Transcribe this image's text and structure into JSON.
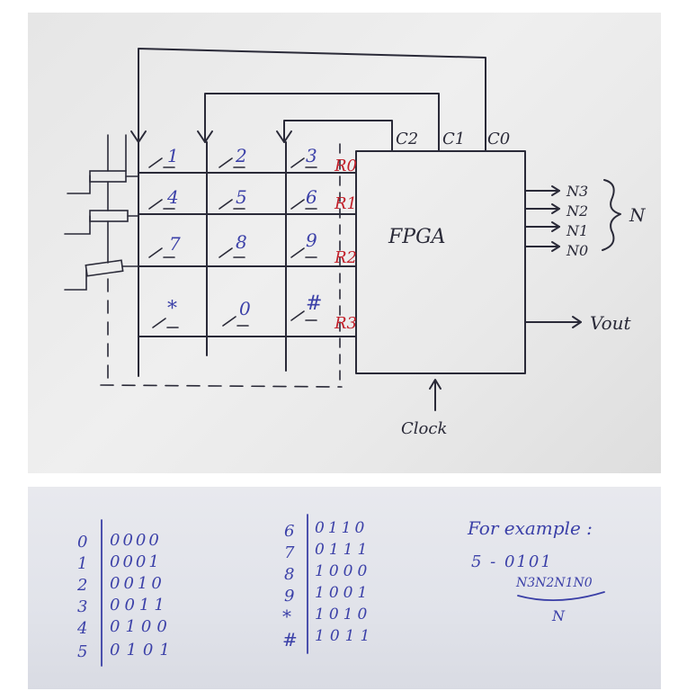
{
  "diagram": {
    "block_label": "FPGA",
    "clock_label": "Clock",
    "output_label": "Vout",
    "bus_label": "N",
    "bus_bits": [
      "N3",
      "N2",
      "N1",
      "N0"
    ],
    "column_labels": [
      "C2",
      "C1",
      "C0"
    ],
    "row_labels": [
      "R0",
      "R1",
      "R2",
      "R3"
    ],
    "keys": [
      [
        "1",
        "2",
        "3"
      ],
      [
        "4",
        "5",
        "6"
      ],
      [
        "7",
        "8",
        "9"
      ],
      [
        "*",
        "0",
        "#"
      ]
    ]
  },
  "encoding_table": {
    "left": [
      {
        "key": "0",
        "code": "0000"
      },
      {
        "key": "1",
        "code": "0001"
      },
      {
        "key": "2",
        "code": "0010"
      },
      {
        "key": "3",
        "code": "0011"
      },
      {
        "key": "4",
        "code": "0100"
      },
      {
        "key": "5",
        "code": "0101"
      }
    ],
    "right": [
      {
        "key": "6",
        "code": "0110"
      },
      {
        "key": "7",
        "code": "0111"
      },
      {
        "key": "8",
        "code": "1000"
      },
      {
        "key": "9",
        "code": "1001"
      },
      {
        "key": "*",
        "code": "1010"
      },
      {
        "key": "#",
        "code": "1011"
      }
    ]
  },
  "example": {
    "title": "For example :",
    "line": "5 - 0101",
    "bits": "N3N2N1N0",
    "bus": "N"
  }
}
